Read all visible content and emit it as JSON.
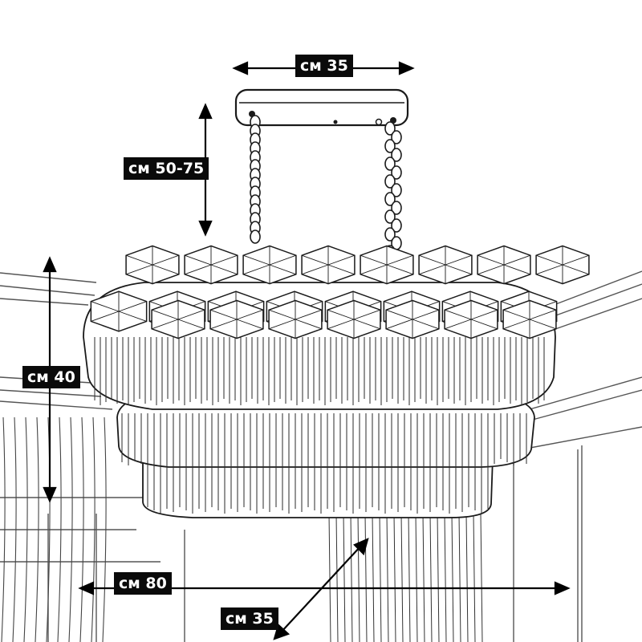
{
  "dimensions": {
    "canopy_length": "35 см",
    "chain_length": "50-75 см",
    "body_height": "40 см",
    "body_length": "80 см",
    "body_width": "35 см"
  },
  "colors": {
    "ink": "#1a1a1a",
    "label_bg": "#0a0a0a",
    "label_text": "#ffffff",
    "background": "#ffffff"
  }
}
